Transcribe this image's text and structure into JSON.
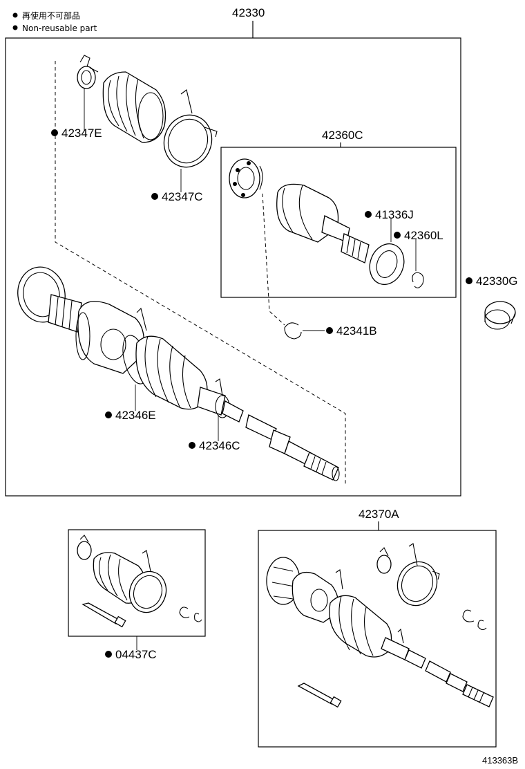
{
  "legend": {
    "japanese": "再使用不可部品",
    "english": "Non-reusable part"
  },
  "diagram_ref": "413363B",
  "parts": {
    "p42330": "42330",
    "p42347E": "42347E",
    "p42347C": "42347C",
    "p42360C": "42360C",
    "p41336J": "41336J",
    "p42360L": "42360L",
    "p42330G": "42330G",
    "p42341B": "42341B",
    "p42346E": "42346E",
    "p42346C": "42346C",
    "p42370A": "42370A",
    "p04437C": "04437C"
  }
}
